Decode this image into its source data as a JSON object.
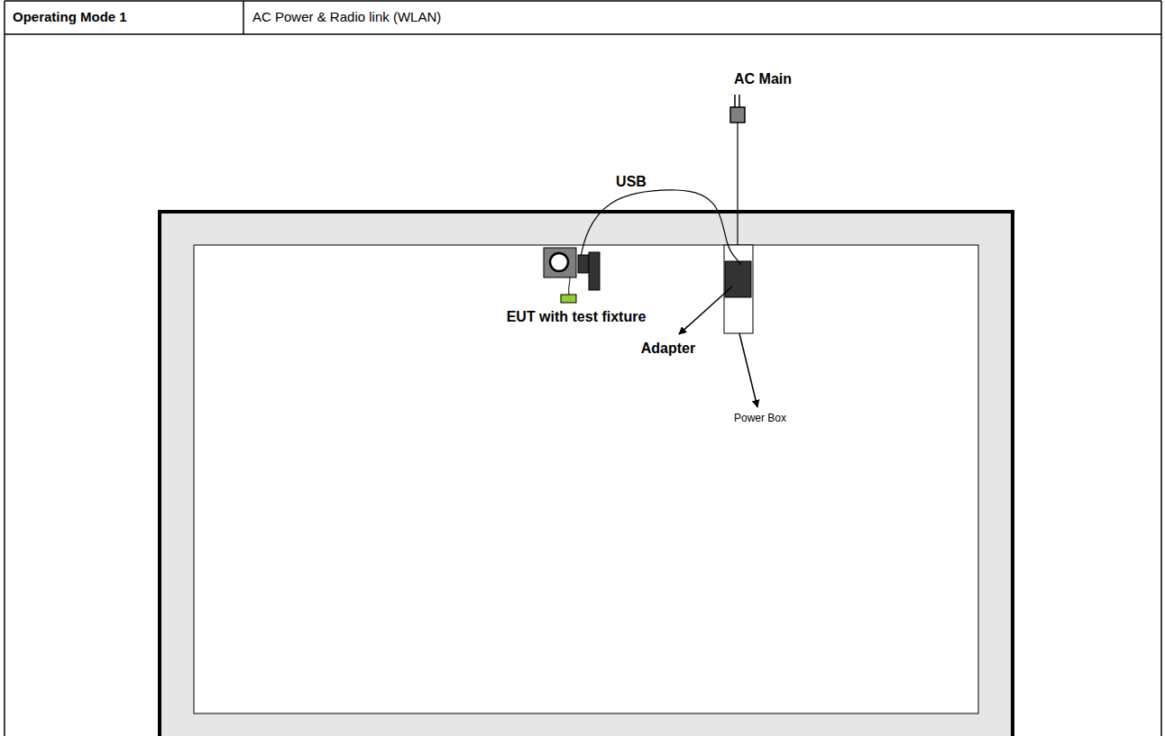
{
  "diagram": {
    "labels": [
      "Operating Mode 1",
      "AC Power & Radio link (WLAN)",
      "AC Main",
      "USB",
      "EUT with test fixture",
      "Adapter",
      "Power Box"
    ]
  }
}
